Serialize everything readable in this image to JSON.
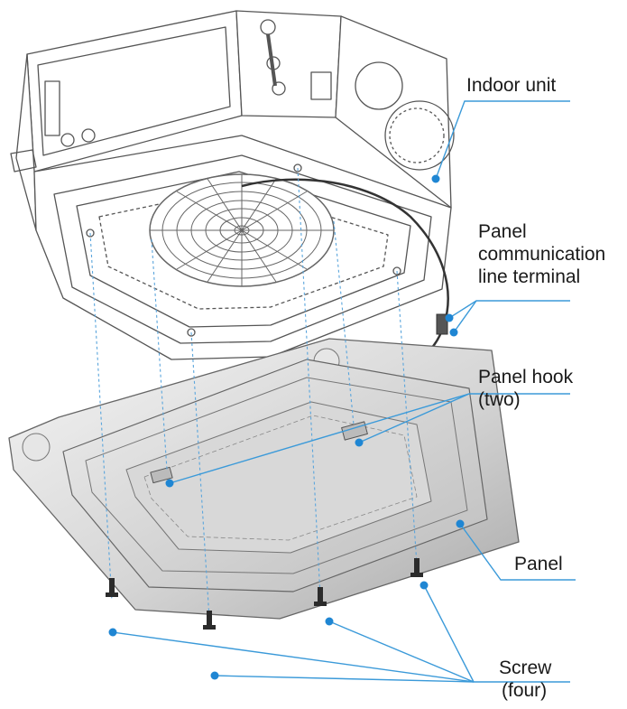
{
  "labels": {
    "indoor_unit": "Indoor unit",
    "comm_terminal": [
      "Panel",
      "communication",
      "line terminal"
    ],
    "panel_hook": [
      "Panel hook",
      "(two)"
    ],
    "panel": "Panel",
    "screw": [
      "Screw",
      "(four)"
    ]
  },
  "colors": {
    "leader": "#3b9ad9",
    "dot": "#1f86d3",
    "outline": "#555555",
    "guide": "#5aa5dc"
  },
  "icons": [
    "indoor-unit-illustration",
    "fan-grille",
    "panel-illustration",
    "screw-icon"
  ]
}
